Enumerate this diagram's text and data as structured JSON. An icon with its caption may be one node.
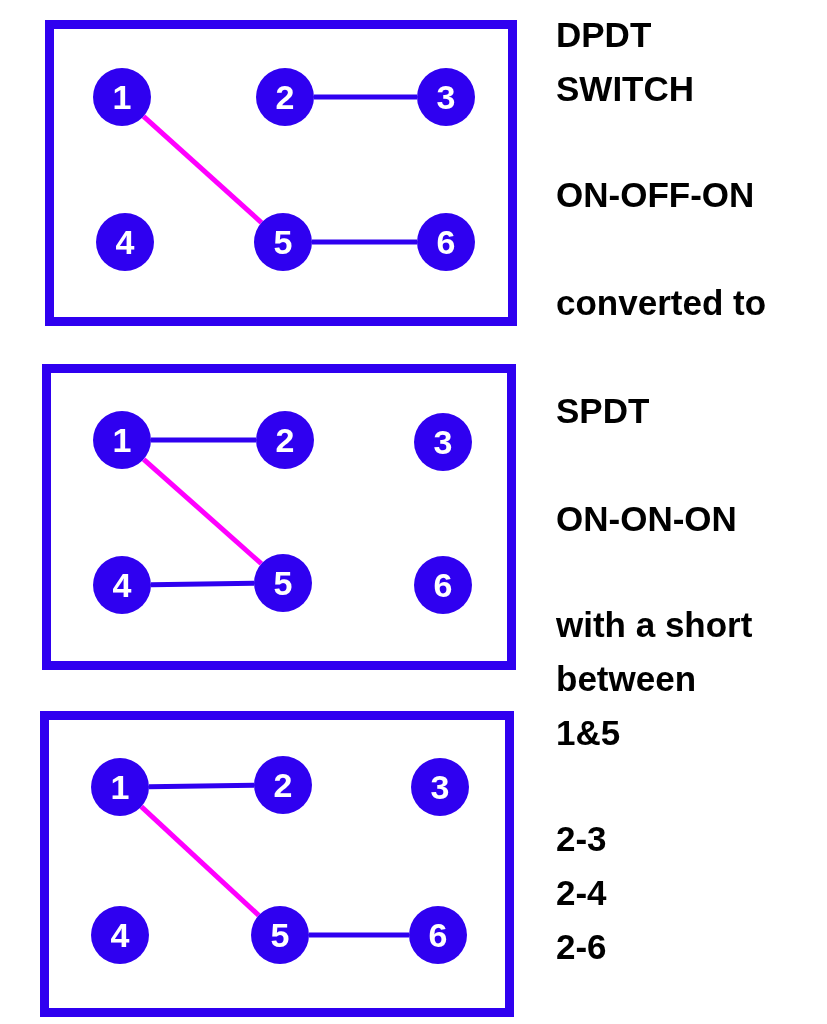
{
  "diagram": {
    "nodes": [
      {
        "text": [],
        "shape": "box"
      },
      {
        "text": [
          "1"
        ],
        "in": 0
      },
      {
        "text": [
          "2"
        ],
        "in": 0
      },
      {
        "text": [
          "3"
        ],
        "in": 0
      },
      {
        "text": [
          "4"
        ],
        "in": 0
      },
      {
        "text": [
          "5"
        ],
        "in": 0
      },
      {
        "text": [
          "6"
        ],
        "in": 0
      },
      {
        "text": [],
        "shape": "box"
      },
      {
        "text": [
          "1"
        ],
        "in": 7
      },
      {
        "text": [
          "2"
        ],
        "in": 7
      },
      {
        "text": [
          "3"
        ],
        "in": 7
      },
      {
        "text": [
          "4"
        ],
        "in": 7
      },
      {
        "text": [
          "5"
        ],
        "in": 7
      },
      {
        "text": [
          "6"
        ],
        "in": 7
      },
      {
        "text": [],
        "shape": "box"
      },
      {
        "text": [
          "1"
        ],
        "in": 14
      },
      {
        "text": [
          "2"
        ],
        "in": 14
      },
      {
        "text": [
          "3"
        ],
        "in": 14
      },
      {
        "text": [
          "4"
        ],
        "in": 14
      },
      {
        "text": [
          "5"
        ],
        "in": 14
      },
      {
        "text": [
          "6"
        ],
        "in": 14
      }
    ],
    "edges": [
      {
        "from": 1,
        "to": 5,
        "arrow": "none",
        "color": "#ff00ff"
      },
      {
        "from": 2,
        "to": 3,
        "arrow": "none"
      },
      {
        "from": 5,
        "to": 6,
        "arrow": "none"
      },
      {
        "from": 8,
        "to": 9,
        "arrow": "none"
      },
      {
        "from": 8,
        "to": 12,
        "arrow": "none",
        "color": "#ff00ff"
      },
      {
        "from": 11,
        "to": 12,
        "arrow": "none"
      },
      {
        "from": 15,
        "to": 16,
        "arrow": "none"
      },
      {
        "from": 15,
        "to": 19,
        "arrow": "none",
        "color": "#ff00ff"
      },
      {
        "from": 19,
        "to": 20,
        "arrow": "none"
      }
    ],
    "labels": [
      "DPDT SWITCH",
      "ON-OFF-ON",
      "converted to",
      "SPDT",
      "ON-ON-ON",
      "with a short between 1&5",
      "2-3",
      "2-4",
      "2-6"
    ]
  }
}
